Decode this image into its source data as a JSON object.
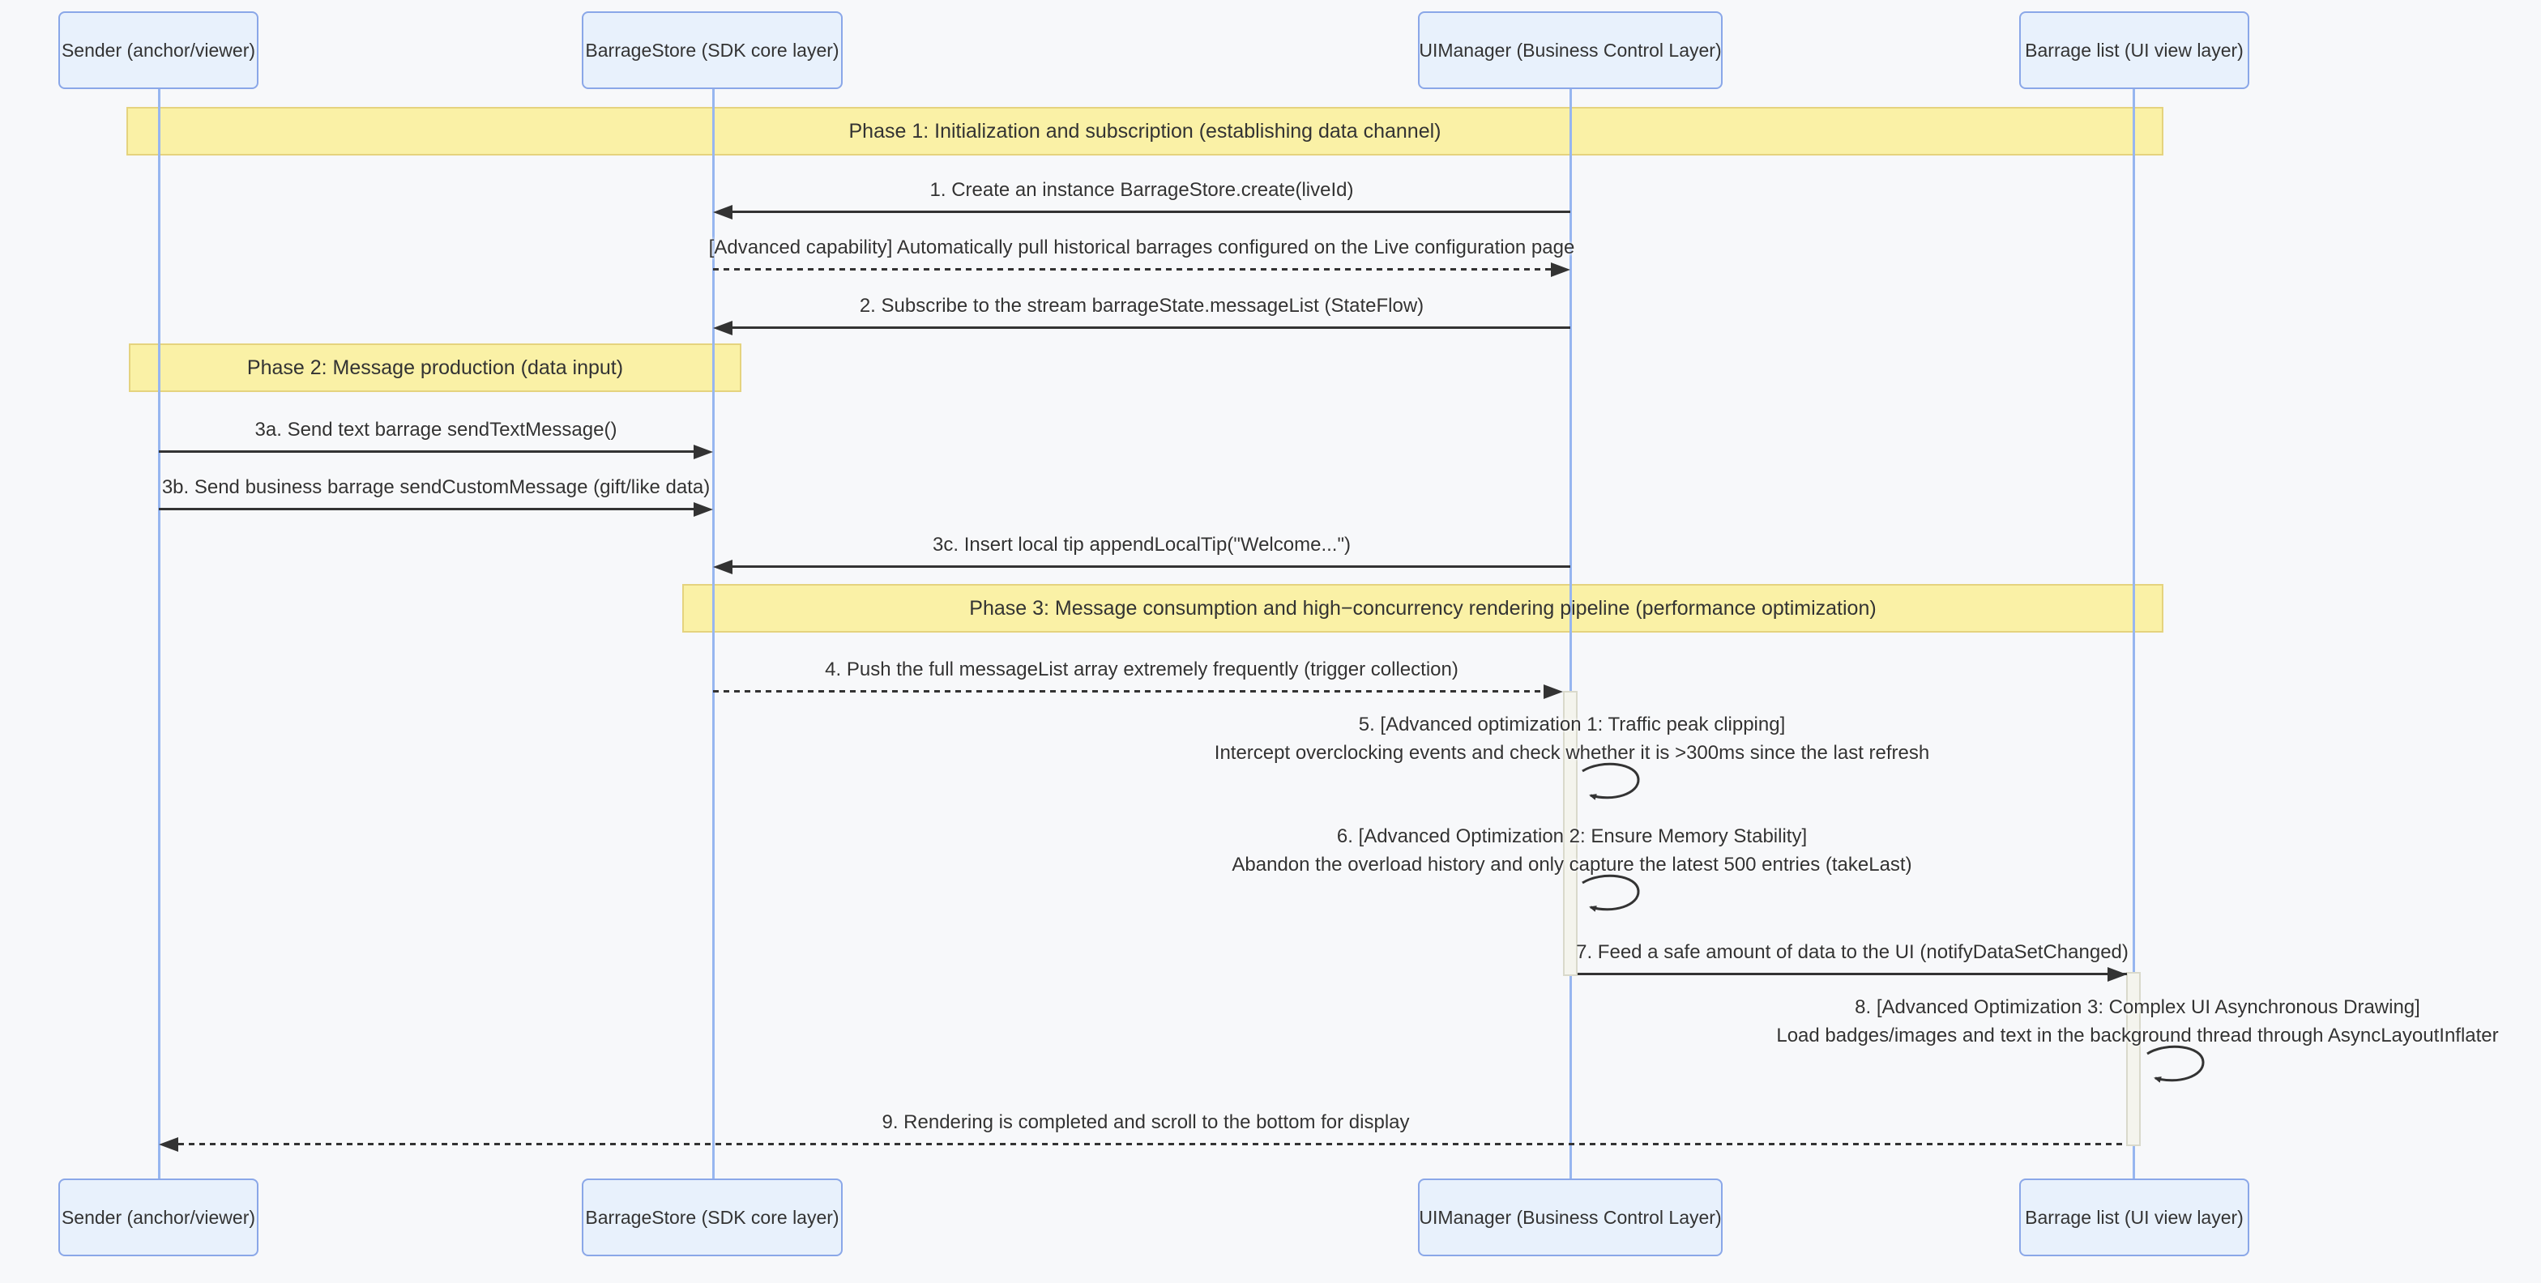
{
  "diagram_type": "sequence-diagram",
  "colors": {
    "bg": "#f7f8fa",
    "actorFill": "#e8f1fc",
    "actorBorder": "#8aa7e8",
    "lifeline": "#97b6f0",
    "bandFill": "#faf1a6",
    "bandBorder": "#e5d37e",
    "arrow": "#333333",
    "text": "#333333",
    "activationFill": "#f4f4ed",
    "activationBorder": "#d9d9cb"
  },
  "participants": [
    {
      "label": "Sender (anchor/viewer)"
    },
    {
      "label": "BarrageStore (SDK core layer)"
    },
    {
      "label": "UIManager (Business Control Layer)"
    },
    {
      "label": "Barrage list (UI view layer)"
    }
  ],
  "phases": [
    {
      "label": "Phase 1: Initialization and subscription (establishing data channel)"
    },
    {
      "label": "Phase 2: Message production (data input)"
    },
    {
      "label": "Phase 3: Message consumption and high−concurrency rendering pipeline (performance optimization)"
    }
  ],
  "messages": [
    {
      "text": "1. Create an instance BarrageStore.create(liveId)",
      "from": "UIManager",
      "to": "BarrageStore",
      "style": "solid"
    },
    {
      "text": "[Advanced capability] Automatically pull historical barrages configured on the Live configuration page",
      "from": "BarrageStore",
      "to": "UIManager",
      "style": "dashed"
    },
    {
      "text": "2. Subscribe to the stream barrageState.messageList (StateFlow)",
      "from": "UIManager",
      "to": "BarrageStore",
      "style": "solid"
    },
    {
      "text": "3a. Send text barrage sendTextMessage()",
      "from": "Sender",
      "to": "BarrageStore",
      "style": "solid"
    },
    {
      "text": "3b. Send business barrage sendCustomMessage (gift/like data)",
      "from": "Sender",
      "to": "BarrageStore",
      "style": "solid"
    },
    {
      "text": "3c. Insert local tip appendLocalTip(\"Welcome...\")",
      "from": "UIManager",
      "to": "BarrageStore",
      "style": "solid"
    },
    {
      "text": "4. Push the full messageList array extremely frequently (trigger collection)",
      "from": "BarrageStore",
      "to": "UIManager",
      "style": "dashed"
    },
    {
      "line1": "5. [Advanced optimization 1: Traffic peak clipping]",
      "line2": "Intercept overclocking events and check whether it is >300ms since the last refresh",
      "on": "UIManager",
      "style": "self-loop"
    },
    {
      "line1": "6. [Advanced Optimization 2: Ensure Memory Stability]",
      "line2": "Abandon the overload history and only capture the latest 500 entries (takeLast)",
      "on": "UIManager",
      "style": "self-loop"
    },
    {
      "text": "7. Feed a safe amount of data to the UI (notifyDataSetChanged)",
      "from": "UIManager",
      "to": "Barrage list",
      "style": "solid"
    },
    {
      "line1": "8. [Advanced Optimization 3: Complex UI Asynchronous Drawing]",
      "line2": "Load badges/images and text in the background thread through AsyncLayoutInflater",
      "on": "Barrage list",
      "style": "self-loop"
    },
    {
      "text": "9. Rendering is completed and scroll to the bottom for display",
      "from": "Barrage list",
      "to": "Sender",
      "style": "dashed"
    }
  ]
}
